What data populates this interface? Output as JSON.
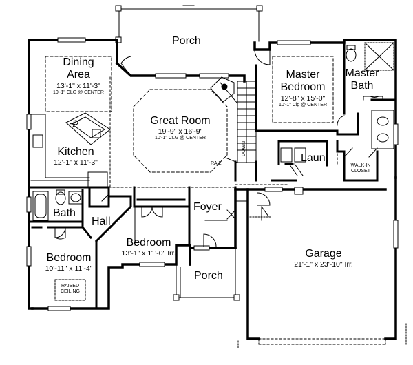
{
  "rooms": {
    "porch_top": {
      "name": "Porch"
    },
    "dining": {
      "name_line1": "Dining",
      "name_line2": "Area",
      "dims": "13'-1\" x 11'-3\"",
      "ceiling": "10'-1\" CLG @ CENTER"
    },
    "great_room": {
      "name": "Great Room",
      "dims": "19'-9\" x 16'-9\"",
      "ceiling": "10'-1\" CLG @ CENTER"
    },
    "master_bedroom": {
      "name_line1": "Master",
      "name_line2": "Bedroom",
      "dims": "12'-8\" x 15'-0\"",
      "ceiling": "10'-1\" Clg @ CENTER"
    },
    "master_bath": {
      "name_line1": "Master",
      "name_line2": "Bath"
    },
    "kitchen": {
      "name": "Kitchen",
      "dims": "12'-1\" x 11'-3\""
    },
    "laundry": {
      "name": "Laun."
    },
    "walk_in_closet": {
      "line1": "WALK-IN",
      "line2": "CLOSET"
    },
    "bath": {
      "name": "Bath"
    },
    "hall": {
      "name": "Hall"
    },
    "foyer": {
      "name": "Foyer"
    },
    "bedroom_center": {
      "name": "Bedroom",
      "dims": "13'-1\" x 11'-0\" Irr."
    },
    "bedroom_left": {
      "name": "Bedroom",
      "dims": "10'-11\" x 11'-4\"",
      "note_line1": "RAISED",
      "note_line2": "CEILING"
    },
    "porch_front": {
      "name": "Porch"
    },
    "garage": {
      "name": "Garage",
      "dims": "21'-1\" x 23'-10\" Irr."
    }
  },
  "annotations": {
    "stair_down": "DOWN",
    "rail": "RAIL"
  }
}
